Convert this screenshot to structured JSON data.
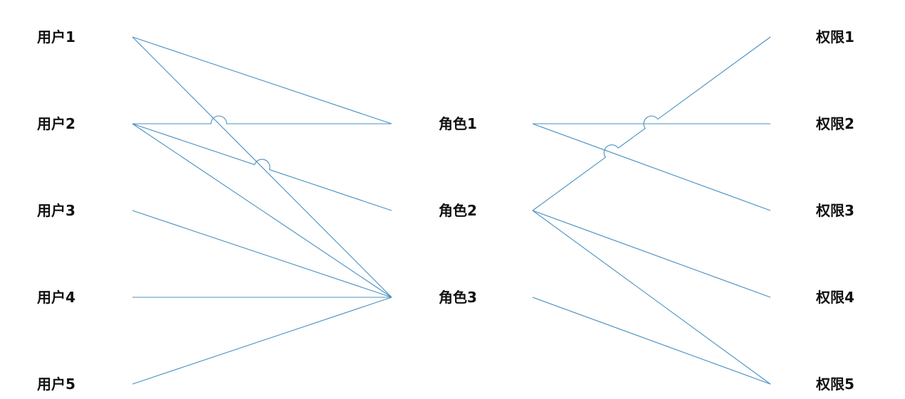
{
  "users": [
    {
      "id": "u1",
      "label": "用户1"
    },
    {
      "id": "u2",
      "label": "用户2"
    },
    {
      "id": "u3",
      "label": "用户3"
    },
    {
      "id": "u4",
      "label": "用户4"
    },
    {
      "id": "u5",
      "label": "用户5"
    }
  ],
  "roles": [
    {
      "id": "r1",
      "label": "角色1"
    },
    {
      "id": "r2",
      "label": "角色2"
    },
    {
      "id": "r3",
      "label": "角色3"
    }
  ],
  "permissions": [
    {
      "id": "p1",
      "label": "权限1"
    },
    {
      "id": "p2",
      "label": "权限2"
    },
    {
      "id": "p3",
      "label": "权限3"
    },
    {
      "id": "p4",
      "label": "权限4"
    },
    {
      "id": "p5",
      "label": "权限5"
    }
  ],
  "user_role_links": [
    [
      "u1",
      "r1"
    ],
    [
      "u1",
      "r3"
    ],
    [
      "u2",
      "r1"
    ],
    [
      "u2",
      "r2"
    ],
    [
      "u2",
      "r3"
    ],
    [
      "u3",
      "r3"
    ],
    [
      "u4",
      "r3"
    ],
    [
      "u5",
      "r3"
    ]
  ],
  "role_permission_links": [
    [
      "r1",
      "p2"
    ],
    [
      "r1",
      "p3"
    ],
    [
      "r2",
      "p1"
    ],
    [
      "r2",
      "p4"
    ],
    [
      "r2",
      "p5"
    ],
    [
      "r3",
      "p5"
    ]
  ],
  "colors": {
    "line": "#4a90c2",
    "text": "#111111",
    "background": "#ffffff"
  }
}
